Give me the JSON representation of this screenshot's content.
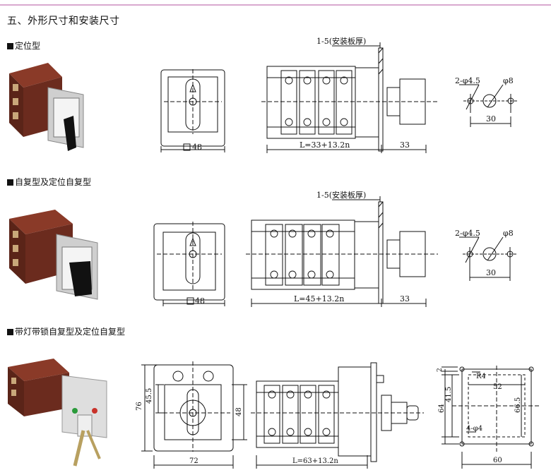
{
  "title": "五、外形尺寸和安装尺寸",
  "sections": [
    {
      "label": "定位型",
      "dims": {
        "front_width": "48",
        "panel": "1-5(安装板厚)",
        "length": "L=33+13.2n",
        "knob": "33",
        "holes": "2-φ4.5",
        "center_hole": "φ8",
        "spacing": "30"
      }
    },
    {
      "label": "自复型及定位自复型",
      "dims": {
        "front_width": "48",
        "panel": "1-5(安装板厚)",
        "length": "L=45+13.2n",
        "knob": "33",
        "holes": "2-φ4.5",
        "center_hole": "φ8",
        "spacing": "30"
      }
    },
    {
      "label": "带灯带锁自复型及定位自复型",
      "dims": {
        "height_outer": "76",
        "height_inner": "45.5",
        "front_width": "72",
        "right_height": "48",
        "length": "L=63+13.2n",
        "top_gap": "2",
        "corner_radius": "R4",
        "inner_width": "52",
        "inner_height": "41.5",
        "height_64": "64",
        "height_665": "66.5",
        "mount_holes": "4-φ4",
        "bottom_width": "60"
      }
    }
  ],
  "colors": {
    "line": "#111111",
    "divider": "#d9a9cf",
    "body_brown": "#6b2b1e",
    "face_grey": "#d8d8d8"
  }
}
